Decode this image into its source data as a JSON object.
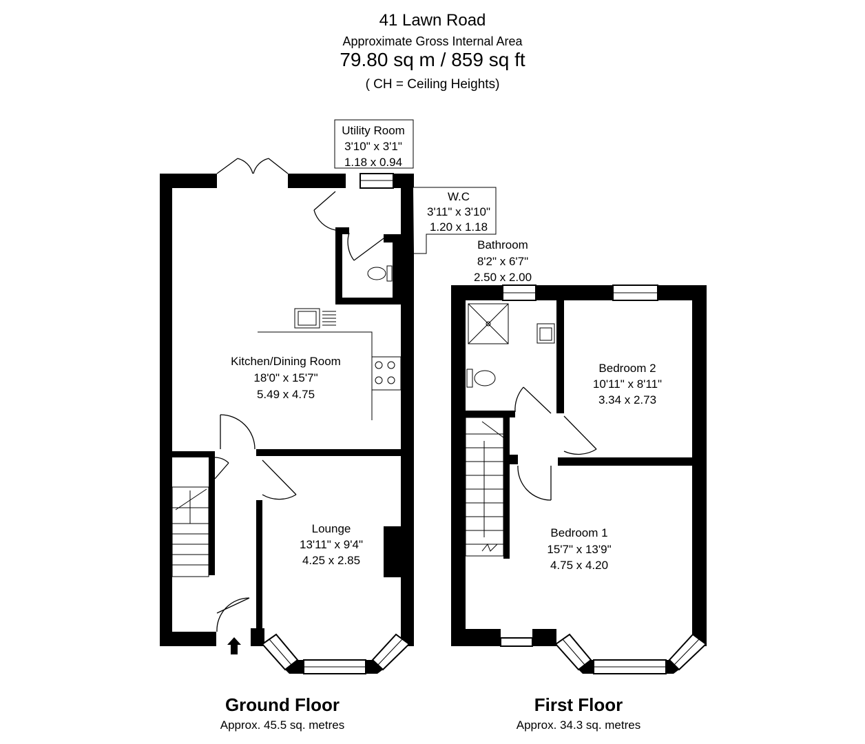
{
  "header": {
    "address": "41 Lawn Road",
    "area_caption": "Approximate Gross Internal Area",
    "area_total": "79.80 sq m /  859 sq ft",
    "ceiling_note": "( CH = Ceiling Heights)"
  },
  "rooms": {
    "utility": {
      "name": "Utility Room",
      "imperial": "3'10\" x 3'1\"",
      "metric": "1.18 x 0.94"
    },
    "wc": {
      "name": "W.C",
      "imperial": "3'11\" x 3'10\"",
      "metric": "1.20 x 1.18"
    },
    "bathroom": {
      "name": "Bathroom",
      "imperial": "8'2\" x 6'7\"",
      "metric": "2.50 x 2.00"
    },
    "kitchen": {
      "name": "Kitchen/Dining Room",
      "imperial": "18'0\" x 15'7\"",
      "metric": "5.49 x 4.75"
    },
    "bedroom2": {
      "name": "Bedroom 2",
      "imperial": "10'11\" x 8'11\"",
      "metric": "3.34 x 2.73"
    },
    "lounge": {
      "name": "Lounge",
      "imperial": "13'11\" x 9'4\"",
      "metric": "4.25 x 2.85"
    },
    "bedroom1": {
      "name": "Bedroom 1",
      "imperial": "15'7\" x 13'9\"",
      "metric": "4.75 x 4.20"
    }
  },
  "floors": {
    "ground": {
      "title": "Ground Floor",
      "area": "Approx. 45.5 sq. metres"
    },
    "first": {
      "title": "First Floor",
      "area": "Approx. 34.3 sq. metres"
    }
  }
}
